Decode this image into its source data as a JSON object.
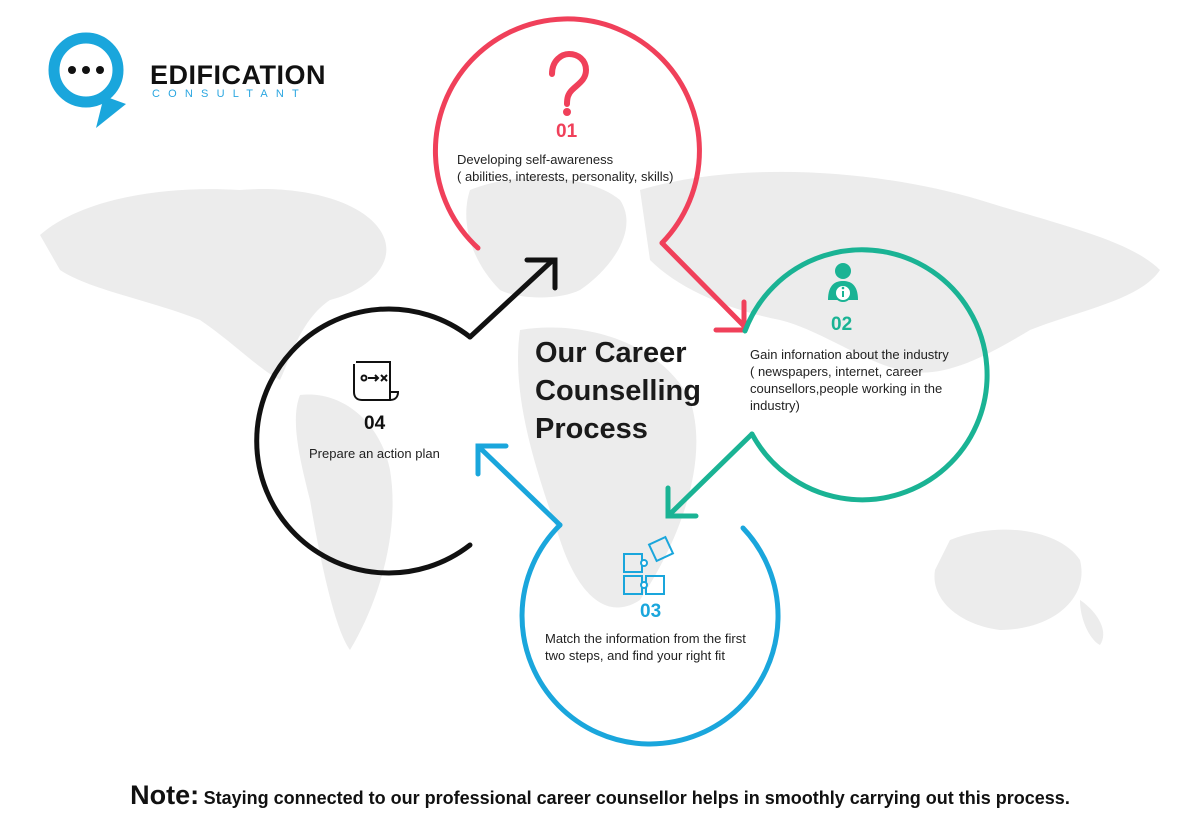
{
  "brand": {
    "name": "EDIFICATION",
    "sub": "CONSULTANT"
  },
  "title": "Our Career Counselling Process",
  "colors": {
    "step1": "#f0405a",
    "step2": "#1ab394",
    "step3": "#1aa6dc",
    "step4": "#111111",
    "map": "#ececec"
  },
  "steps": [
    {
      "num": "01",
      "icon": "question-mark-icon",
      "text": "Developing self-awareness\n( abilities, interests, personality, skills)"
    },
    {
      "num": "02",
      "icon": "person-info-icon",
      "text": "Gain infornation about the industry\n( newspapers, internet, career\ncounsellors,people working in the\nindustry)"
    },
    {
      "num": "03",
      "icon": "puzzle-icon",
      "text": "Match the information from the first\ntwo steps, and find your right fit"
    },
    {
      "num": "04",
      "icon": "action-plan-scroll-icon",
      "text": "Prepare an action plan"
    }
  ],
  "note": {
    "label": "Note:",
    "text": "Staying connected to our professional career counsellor helps in smoothly carrying out this process."
  }
}
